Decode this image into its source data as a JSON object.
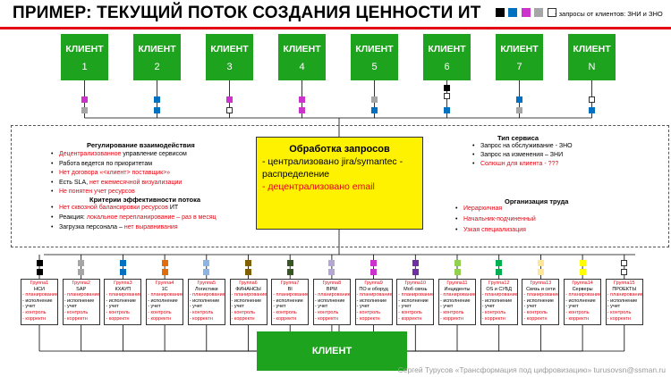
{
  "title": "ПРИМЕР: ТЕКУЩИЙ ПОТОК СОЗДАНИЯ ЦЕННОСТИ ИТ",
  "legend": {
    "colors": [
      "#000000",
      "#0070c0",
      "#cc33cc",
      "#a6a6a6",
      "#ffffff"
    ],
    "text": "- запросы от клиентов: ЗНИ и ЗНО"
  },
  "clients": [
    {
      "label": "КЛИЕНТ",
      "num": "1"
    },
    {
      "label": "КЛИЕНТ",
      "num": "2"
    },
    {
      "label": "КЛИЕНТ",
      "num": "3"
    },
    {
      "label": "КЛИЕНТ",
      "num": "4"
    },
    {
      "label": "КЛИЕНТ",
      "num": "5"
    },
    {
      "label": "КЛИЕНТ",
      "num": "6"
    },
    {
      "label": "КЛИЕНТ",
      "num": "7"
    },
    {
      "label": "КЛИЕНТ",
      "num": "N"
    }
  ],
  "center": {
    "heading": "Обработка запросов",
    "line1": "- централизовано jira/symantec - распределение",
    "line2": "- децентрализовано email"
  },
  "regulation": {
    "title": "Регулирование взаимодействия",
    "items": [
      {
        "text": "Децентрализованное",
        "rest": " управление сервисом"
      },
      {
        "text": "",
        "rest": "Работа ведется по приоритетам"
      },
      {
        "text": "Нет договора «<клиент> поставщик>»",
        "rest": ""
      },
      {
        "text": "",
        "rest": "Есть SLA, ",
        "tail": "нет ежемесячной визуализации"
      },
      {
        "text": "Не понятен учет ресурсов",
        "rest": ""
      }
    ]
  },
  "efficiency": {
    "title": "Критерии эффективности потока",
    "items": [
      {
        "text": "Нет сквозной балансировки ресурсов",
        "rest": " ИТ"
      },
      {
        "text": "",
        "rest": "Реакция: ",
        "tail": "локальное перепланирование – раз в месяц"
      },
      {
        "text": "",
        "rest": "Загрузка персонала – ",
        "tail": "нет выравнивания"
      }
    ]
  },
  "service_type": {
    "title": "Тип сервиса",
    "items": [
      "Запрос на обслуживание - ЗНО",
      "Запрос на изменения – ЗНИ",
      "Солюшн для клиента - ???"
    ]
  },
  "labor": {
    "title": "Организация труда",
    "items": [
      "Иерархичная",
      "Начальник-подчиненный",
      "Узкая специализация"
    ]
  },
  "groups": [
    {
      "name": "Группа1",
      "system": "НСИ",
      "color": "#000000"
    },
    {
      "name": "Группа2",
      "system": "SAP",
      "color": "#a6a6a6"
    },
    {
      "name": "Группа3",
      "system": "КХАУП",
      "color": "#0070c0"
    },
    {
      "name": "Группа4",
      "system": "1С",
      "color": "#e26b0a"
    },
    {
      "name": "Группа5",
      "system": "Логистики",
      "color": "#8eb4e3"
    },
    {
      "name": "Группа6",
      "system": "ФИНАНСЫ",
      "color": "#7f6000"
    },
    {
      "name": "Группа7",
      "system": "BI",
      "color": "#375623"
    },
    {
      "name": "Группа8",
      "system": "BPM",
      "color": "#b4a7d6"
    },
    {
      "name": "Группа9",
      "system": "ПО и оборуд",
      "color": "#cc33cc"
    },
    {
      "name": "Группа10",
      "system": "Моб связь",
      "color": "#7030a0"
    },
    {
      "name": "Группа11",
      "system": "Инциденты",
      "color": "#92d050"
    },
    {
      "name": "Группа12",
      "system": "ОS и СУБД",
      "color": "#00b050"
    },
    {
      "name": "Группа13",
      "system": "Связь и сети",
      "color": "#ffe699"
    },
    {
      "name": "Группа14",
      "system": "Серверы",
      "color": "#ffff00"
    },
    {
      "name": "Группа15",
      "system": "ПРОЕКТЫ",
      "color": "#ffffff"
    }
  ],
  "group_items": [
    {
      "text": "- планирование",
      "red": true
    },
    {
      "text": "- исполнение",
      "red": false
    },
    {
      "text": "- учет",
      "red": false
    },
    {
      "text": "- контроль",
      "red": true
    },
    {
      "text": "- корректн",
      "red": true
    }
  ],
  "final_client": "КЛИЕНТ",
  "footer": "Сергей Турусов «Трансформация под цифровизацию» turusovsn@ssman.ru"
}
